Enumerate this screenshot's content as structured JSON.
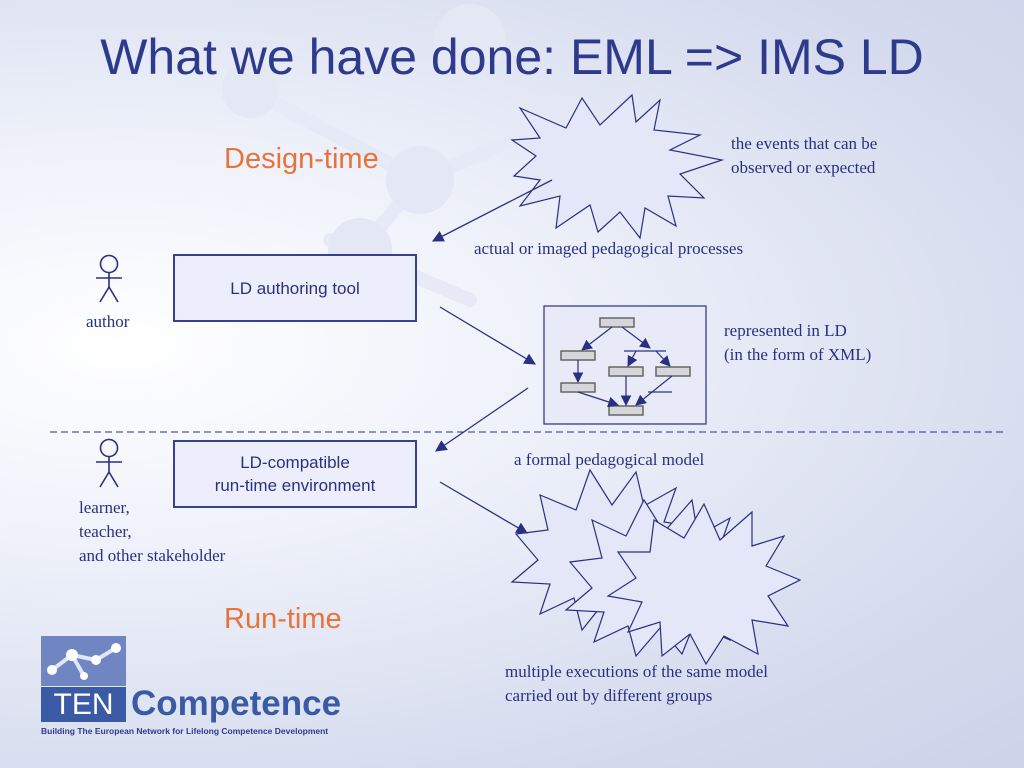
{
  "slide": {
    "title": "What we have done: EML => IMS LD",
    "design_time_label": "Design-time",
    "run_time_label": "Run-time"
  },
  "notes": {
    "events_line1": "the events that can be",
    "events_line2": "observed or expected",
    "pedagogical_processes": "actual or imaged pedagogical processes",
    "represented_line1": "represented in LD",
    "represented_line2": "(in the form of XML)",
    "formal_model": "a formal pedagogical model",
    "executions_line1": "multiple executions of the same model",
    "executions_line2": "carried out by different groups"
  },
  "boxes": {
    "authoring_tool": "LD authoring tool",
    "runtime_line1": "LD-compatible",
    "runtime_line2": "run-time environment"
  },
  "actors": {
    "author": "author",
    "learner_line1": "learner,",
    "learner_line2": "teacher,",
    "learner_line3": "and other stakeholder"
  },
  "logo": {
    "ten": "TEN",
    "competence": "Competence",
    "tagline": "Building The European Network for Lifelong Competence Development"
  },
  "colors": {
    "title": "#2e3a8c",
    "phase": "#e8733a",
    "ink": "#2a3080",
    "logo": "#3a5aa5"
  }
}
